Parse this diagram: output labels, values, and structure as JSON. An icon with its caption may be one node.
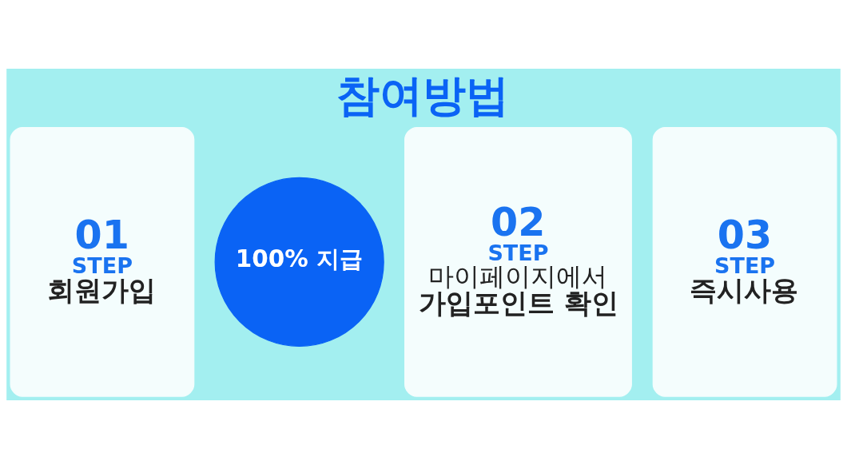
{
  "diagram": {
    "title": "참여방법",
    "nodes": [
      {
        "text": [
          "01",
          "STEP",
          "회원가입"
        ]
      },
      {
        "text": [
          "100% 지급"
        ]
      },
      {
        "text": [
          "02",
          "STEP",
          "마이페이지에서",
          "가입포인트 확인"
        ]
      },
      {
        "text": [
          "03",
          "STEP",
          "즉시사용"
        ]
      }
    ]
  }
}
